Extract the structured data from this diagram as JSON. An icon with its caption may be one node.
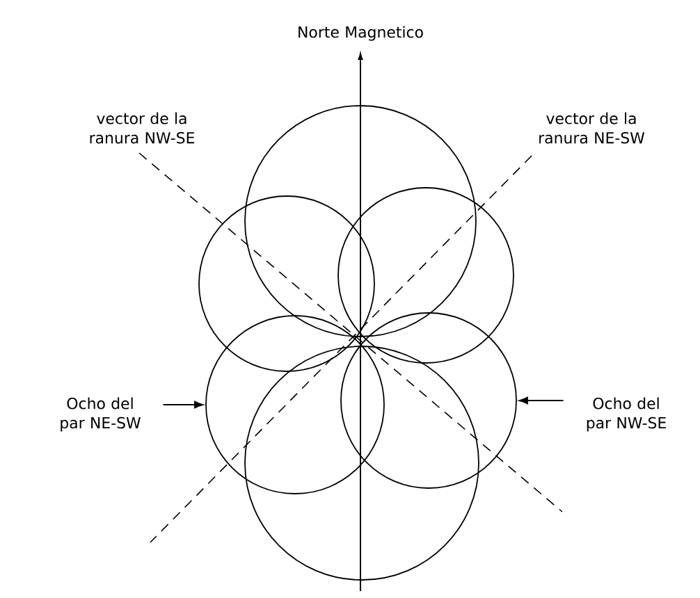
{
  "diagram": {
    "nodes": [
      {
        "text": [],
        "shape": "circle"
      },
      {
        "text": [],
        "shape": "circle"
      },
      {
        "text": [],
        "shape": "circle"
      },
      {
        "text": [
          "Ocho del par NE-SW"
        ]
      },
      {
        "text": [],
        "shape": "circle"
      },
      {
        "text": [],
        "shape": "circle"
      },
      {
        "text": [
          "Ocho del par NW-SE"
        ]
      },
      {
        "text": [],
        "shape": "circle"
      }
    ],
    "edges": [
      {
        "from": 3,
        "to": 4,
        "arrow": "to"
      },
      {
        "from": 6,
        "to": 5,
        "arrow": "to"
      }
    ],
    "labels": [
      "Norte Magnetico",
      "vector de la ranura NW-SE",
      "vector de la ranura NE-SW"
    ]
  }
}
